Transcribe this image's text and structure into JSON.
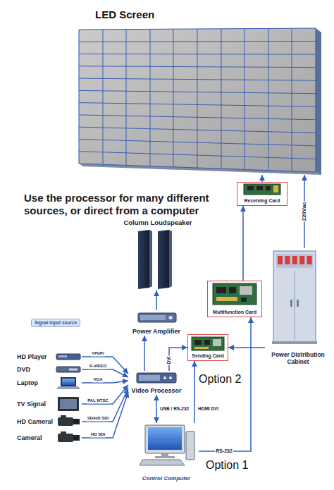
{
  "diagram": {
    "nodes": [
      {
        "text": [
          "LED Screen"
        ]
      },
      {
        "text": [
          "Receiving Card"
        ]
      },
      {
        "text": [
          "Column Loudspeaker"
        ]
      },
      {
        "text": [
          "Power Amplifier"
        ]
      },
      {
        "text": [
          "Multifunction Card"
        ]
      },
      {
        "text": [
          "Power Distribution Cabinet"
        ]
      },
      {
        "text": [
          "Sending Card"
        ]
      },
      {
        "text": [
          "Video Processor"
        ]
      },
      {
        "text": [
          "Control Computer"
        ]
      },
      {
        "text": [
          "HD Player"
        ]
      },
      {
        "text": [
          "DVD"
        ]
      },
      {
        "text": [
          "Laptop"
        ]
      },
      {
        "text": [
          "TV Signal"
        ]
      },
      {
        "text": [
          "HD Cameral"
        ]
      },
      {
        "text": [
          "Cameral"
        ]
      }
    ],
    "edges": [
      {
        "from": 1,
        "to": 0,
        "arrow": "to"
      },
      {
        "from": 5,
        "to": 0,
        "arrow": "to",
        "label": "220Vac"
      },
      {
        "from": 4,
        "to": 1,
        "arrow": "to"
      },
      {
        "from": 5,
        "to": 6,
        "arrow": "to"
      },
      {
        "from": 3,
        "to": 2,
        "arrow": "to"
      },
      {
        "from": 7,
        "to": 3,
        "arrow": "to"
      },
      {
        "from": 7,
        "to": 6,
        "arrow": "to",
        "label": "DVI"
      },
      {
        "from": 8,
        "to": 7,
        "arrow": "both",
        "label": "USB / RS-232"
      },
      {
        "from": 8,
        "to": 6,
        "arrow": "to",
        "label": "HDMI DVI"
      },
      {
        "from": 8,
        "to": 4,
        "arrow": "to",
        "label": "RS-232"
      },
      {
        "from": 9,
        "to": 7,
        "arrow": "to",
        "label": "YPbPr"
      },
      {
        "from": 10,
        "to": 7,
        "arrow": "to",
        "label": "S-VIDEO"
      },
      {
        "from": 11,
        "to": 7,
        "arrow": "to",
        "label": "VGA"
      },
      {
        "from": 12,
        "to": 7,
        "arrow": "to",
        "label": "PAL NTSC"
      },
      {
        "from": 13,
        "to": 7,
        "arrow": "to",
        "label": "SD/HD SDI"
      },
      {
        "from": 14,
        "to": 7,
        "arrow": "to",
        "label": "HD SDI"
      }
    ],
    "labels": [
      "Use the processor for many different sources, or direct from a computer",
      "Signal input source",
      "Option 2",
      "Option 1"
    ]
  }
}
